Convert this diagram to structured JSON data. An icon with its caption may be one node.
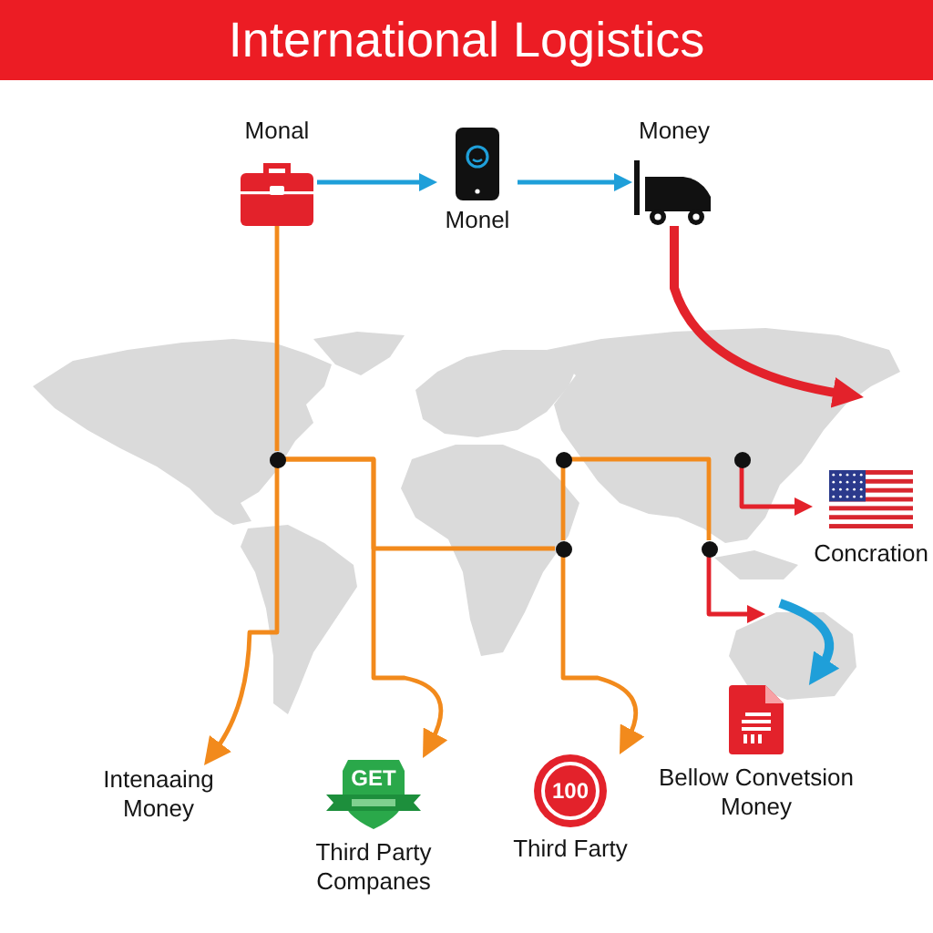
{
  "diagram": {
    "title": "International Logistics",
    "nodes": [
      {
        "text": [
          "Monal"
        ]
      },
      {
        "text": [
          "Monel"
        ]
      },
      {
        "text": [
          "Money"
        ]
      },
      {
        "text": [],
        "shape": "circle"
      },
      {
        "text": [],
        "shape": "circle"
      },
      {
        "text": [],
        "shape": "circle"
      },
      {
        "text": [],
        "shape": "circle"
      },
      {
        "text": [],
        "shape": "circle"
      },
      {
        "text": [
          "Concration"
        ]
      },
      {
        "text": [
          "Intenaaing Money"
        ]
      },
      {
        "text": [
          "GET",
          "Third Party Companes"
        ]
      },
      {
        "text": [
          "100",
          "Third Farty"
        ]
      },
      {
        "text": [
          "Bellow Convetsion Money"
        ]
      }
    ],
    "edges": [
      {
        "from": 0,
        "to": 1,
        "arrow": "to",
        "color": "#1f9fd9"
      },
      {
        "from": 1,
        "to": 2,
        "arrow": "to",
        "color": "#1f9fd9"
      },
      {
        "from": 2,
        "to": null,
        "arrow": "to",
        "style": "thick",
        "color": "#e3222b"
      },
      {
        "from": 0,
        "to": 3,
        "arrow": "none"
      },
      {
        "from": 3,
        "to": 9,
        "arrow": "to"
      },
      {
        "from": 3,
        "to": 10,
        "arrow": "to"
      },
      {
        "from": 3,
        "to": 6,
        "arrow": "none"
      },
      {
        "from": 4,
        "to": 6,
        "arrow": "none"
      },
      {
        "from": 6,
        "to": 11,
        "arrow": "to"
      },
      {
        "from": 4,
        "to": 7,
        "arrow": "none"
      },
      {
        "from": 5,
        "to": 8,
        "arrow": "to",
        "color": "#e3222b"
      },
      {
        "from": 7,
        "to": null,
        "arrow": "to",
        "color": "#e3222b"
      },
      {
        "from": null,
        "to": 12,
        "arrow": "to",
        "style": "thick",
        "color": "#1f9fd9"
      }
    ]
  }
}
